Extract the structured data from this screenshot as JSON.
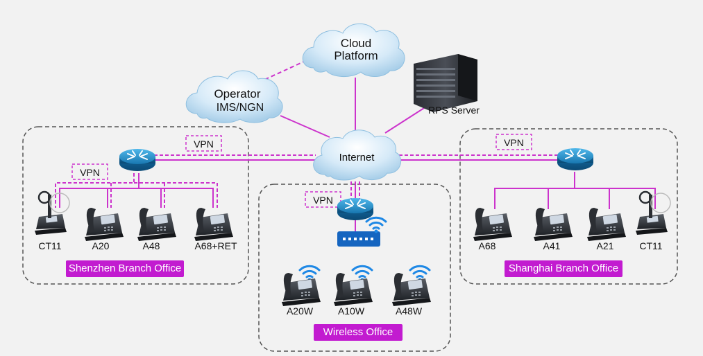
{
  "clouds": {
    "cloud_platform": [
      "Cloud",
      "Platform"
    ],
    "operator": [
      "Operator",
      "IMS/NGN"
    ],
    "internet": "Internet"
  },
  "server": {
    "label": "RPS Server"
  },
  "vpn_label": "VPN",
  "offices": {
    "shenzhen": {
      "title": "Shenzhen Branch Office",
      "devices": [
        "CT11",
        "A20",
        "A48",
        "A68+RET"
      ]
    },
    "wireless": {
      "title": "Wireless Office",
      "devices": [
        "A20W",
        "A10W",
        "A48W"
      ]
    },
    "shanghai": {
      "title": "Shanghai Branch Office",
      "devices": [
        "A68",
        "A41",
        "A21",
        "CT11"
      ]
    }
  },
  "colors": {
    "accent": "#c21bd0",
    "link": "#cc33cc",
    "router": "#1a8fc8",
    "cloud": "#cfe6f7"
  },
  "icons": [
    "cloud-icon",
    "server-rack-icon",
    "router-icon",
    "access-point-icon",
    "ip-phone-icon",
    "dect-phone-icon",
    "wifi-icon"
  ]
}
